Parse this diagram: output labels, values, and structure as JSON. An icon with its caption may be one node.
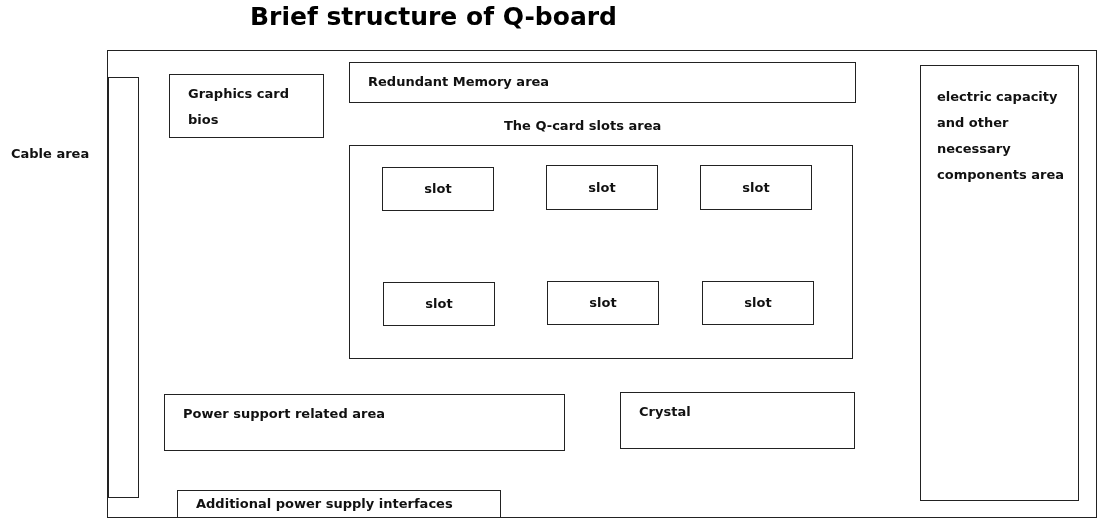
{
  "diagram": {
    "title": "Brief structure of Q-board",
    "nodes": [
      {
        "text": [],
        "shape": "box"
      },
      {
        "text": [
          "Cable area"
        ],
        "in": 0
      },
      {
        "text": [
          "Graphics card bios"
        ],
        "in": 0
      },
      {
        "text": [
          "Redundant Memory area"
        ],
        "in": 0
      },
      {
        "text": [
          "The Q-card slots area"
        ],
        "in": 0
      },
      {
        "text": [
          "slot"
        ],
        "in": 4
      },
      {
        "text": [
          "slot"
        ],
        "in": 4
      },
      {
        "text": [
          "slot"
        ],
        "in": 4
      },
      {
        "text": [
          "slot"
        ],
        "in": 4
      },
      {
        "text": [
          "slot"
        ],
        "in": 4
      },
      {
        "text": [
          "slot"
        ],
        "in": 4
      },
      {
        "text": [
          "electric capacity and other necessary components area"
        ],
        "in": 0
      },
      {
        "text": [
          "Power support related area"
        ],
        "in": 0
      },
      {
        "text": [
          "Crystal"
        ],
        "in": 0
      },
      {
        "text": [
          "Additional power supply interfaces"
        ],
        "in": 0
      }
    ],
    "edges": []
  }
}
